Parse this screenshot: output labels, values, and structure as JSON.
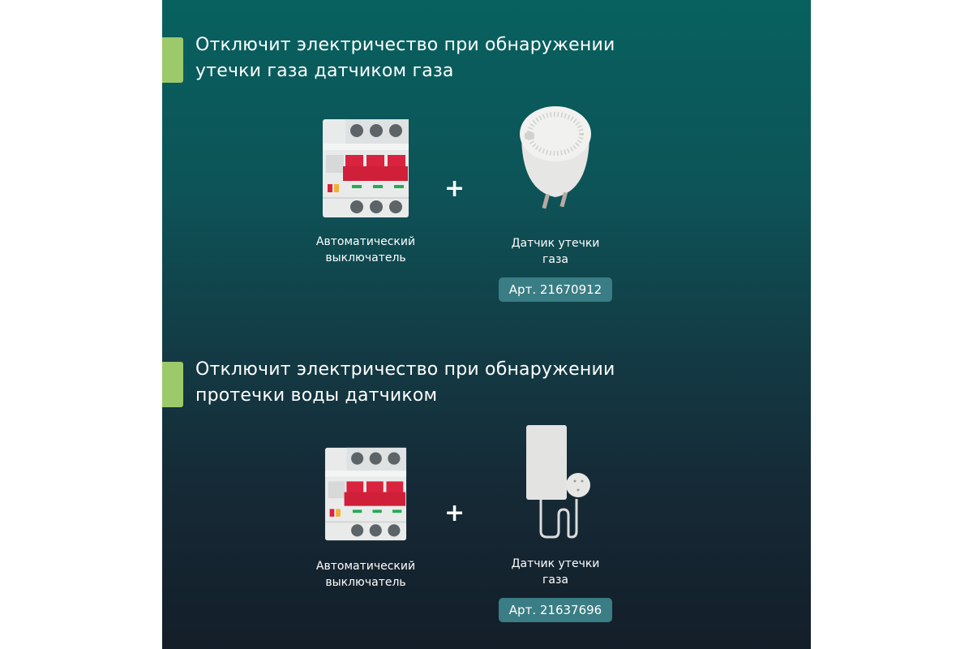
{
  "sections": [
    {
      "title_line1": "Отключит электричество при обнаружении",
      "title_line2": "утечки газа датчиком газа",
      "left_product": {
        "label_line1": "Автоматический",
        "label_line2": "выключатель",
        "icon": "circuit-breaker"
      },
      "plus": "+",
      "right_product": {
        "label_line1": "Датчик утечки",
        "label_line2": "газа",
        "article": "Арт. 21670912",
        "icon": "gas-sensor"
      }
    },
    {
      "title_line1": "Отключит электричество при обнаружении",
      "title_line2": "протечки воды датчиком",
      "left_product": {
        "label_line1": "Автоматический",
        "label_line2": "выключатель",
        "icon": "circuit-breaker"
      },
      "plus": "+",
      "right_product": {
        "label_line1": "Датчик утечки",
        "label_line2": "газа",
        "article": "Арт. 21637696",
        "icon": "water-leak-sensor"
      }
    }
  ],
  "colors": {
    "accent_bar": "#9cc96a",
    "badge": "#3a7d84",
    "bg_top": "#08615f",
    "bg_bottom": "#141e29"
  }
}
